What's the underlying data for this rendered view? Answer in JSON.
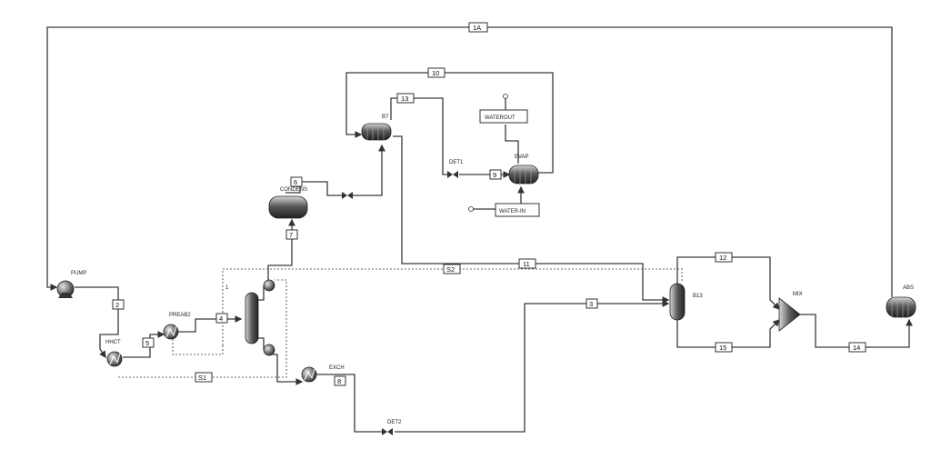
{
  "blocks": {
    "pump": "PUMP",
    "hhct": "HHCT",
    "preab2": "PREAB2",
    "condens": "CONDENS",
    "b7": "B7",
    "evap": "EVAP",
    "waterout": "WATEROUT",
    "waterin": "WATER-IN",
    "det1": "DET1",
    "det2": "DET2",
    "exch": "EXCH",
    "b13": "B13",
    "mix": "MIX",
    "abs": "ABS",
    "col": "1"
  },
  "streams": {
    "s1a": "1A",
    "s2": "2",
    "s3": "3",
    "s4": "4",
    "s5": "5",
    "s6": "6",
    "s7": "7",
    "s8": "8",
    "s9": "9",
    "s10": "10",
    "s11": "11",
    "s12": "12",
    "s13": "13",
    "s14": "14",
    "s15": "15",
    "sS1": "S1",
    "sS2": "S2"
  }
}
